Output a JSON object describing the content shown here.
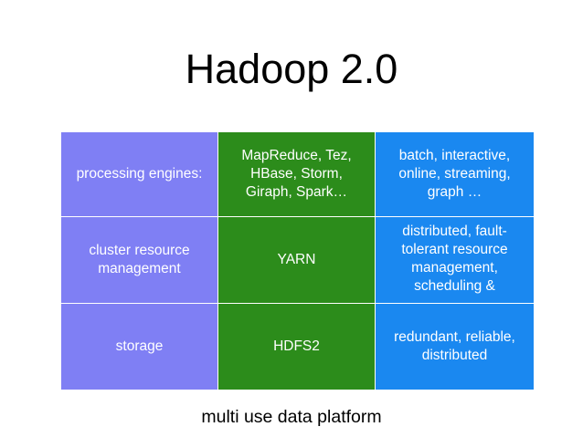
{
  "title": "Hadoop 2.0",
  "colors": {
    "left_column": "#7f7ff4",
    "middle_column": "#2c8c1b",
    "right_column": "#1a88f0"
  },
  "rows": [
    {
      "layer": "processing engines:",
      "component": "MapReduce, Tez,\nHBase, Storm,\nGiraph, Spark…",
      "description": "batch, interactive,\nonline, streaming,\ngraph …"
    },
    {
      "layer": "cluster resource\nmanagement",
      "component": "YARN",
      "description": "distributed, fault-\ntolerant resource\nmanagement,\nscheduling &"
    },
    {
      "layer": "storage",
      "component": "HDFS2",
      "description": "redundant, reliable,\ndistributed"
    }
  ],
  "footer": "multi use data platform"
}
